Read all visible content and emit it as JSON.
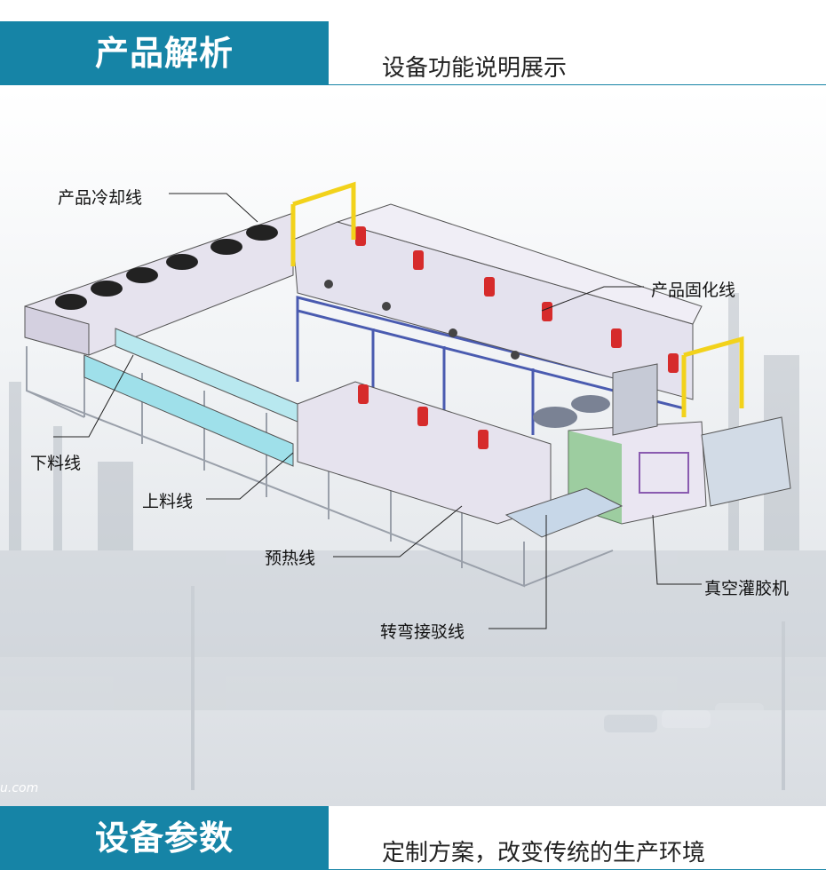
{
  "sections": {
    "analysis": {
      "title": "产品解析",
      "subtitle": "设备功能说明展示"
    },
    "params": {
      "title": "设备参数",
      "subtitle": "定制方案，改变传统的生产环境"
    }
  },
  "callouts": {
    "cooling": "产品冷却线",
    "curing": "产品固化线",
    "unloading": "下料线",
    "loading": "上料线",
    "preheat": "预热线",
    "vacuum": "真空灌胶机",
    "turn": "转弯接驳线"
  },
  "watermark": "u.com",
  "colors": {
    "accent": "#1684a6",
    "machine": "#e4e2ee",
    "frame": "#4a5bb0",
    "motor": "#d62b2b",
    "guard": "#f2d21b",
    "conveyor": "#9fe0ea"
  }
}
